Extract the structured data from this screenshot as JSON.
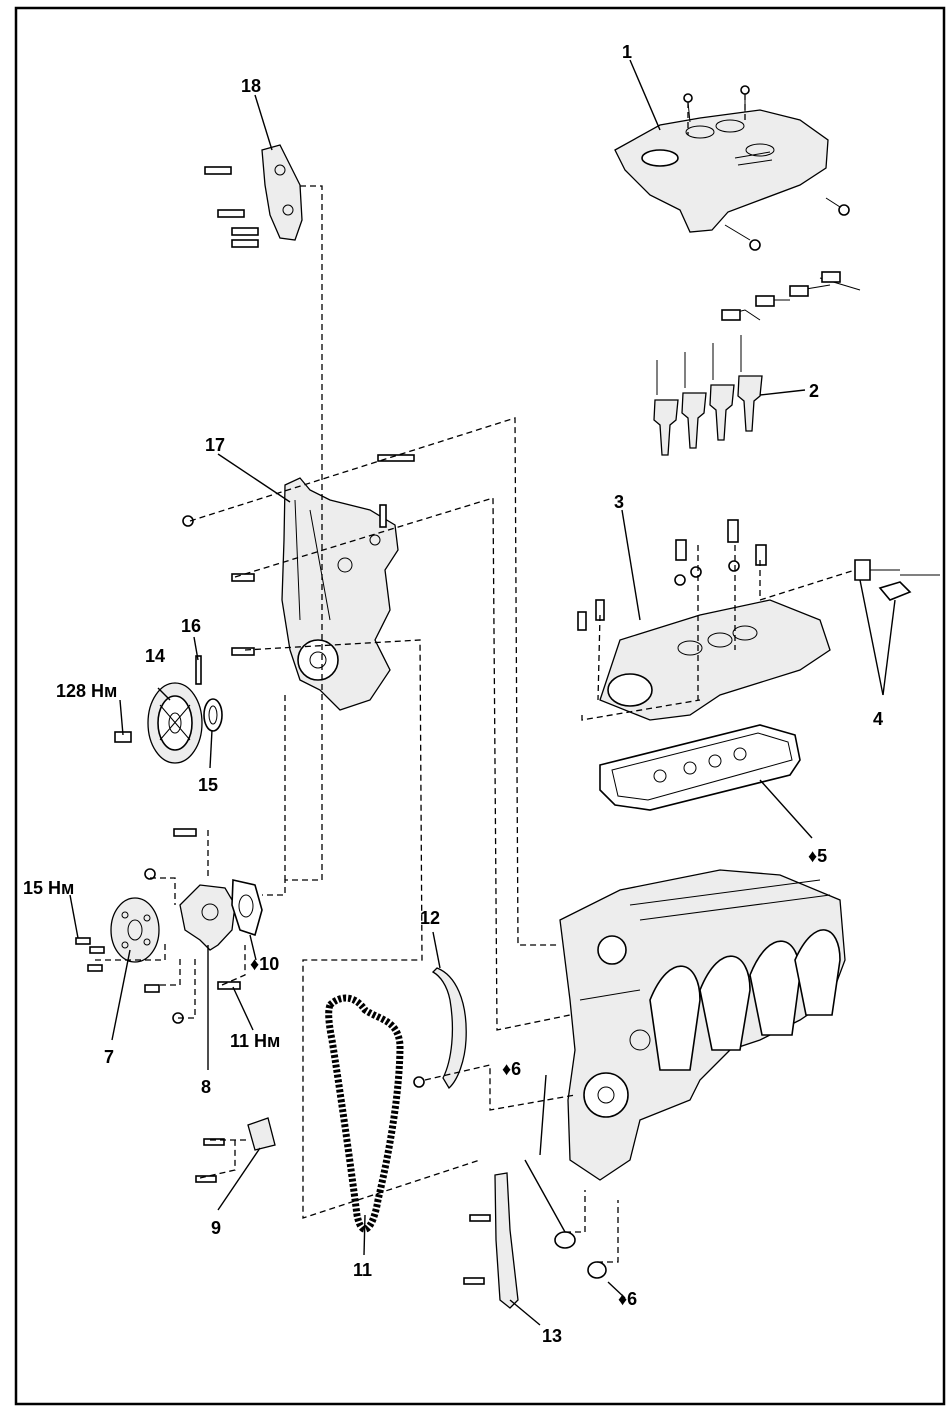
{
  "callouts": [
    {
      "id": "c1",
      "text": "1"
    },
    {
      "id": "c2",
      "text": "2"
    },
    {
      "id": "c3",
      "text": "3"
    },
    {
      "id": "c4",
      "text": "4"
    },
    {
      "id": "c5",
      "text": "♦5"
    },
    {
      "id": "c6a",
      "text": "♦6"
    },
    {
      "id": "c6b",
      "text": "♦6"
    },
    {
      "id": "c7",
      "text": "7"
    },
    {
      "id": "c8",
      "text": "8"
    },
    {
      "id": "c9",
      "text": "9"
    },
    {
      "id": "c10",
      "text": "♦10"
    },
    {
      "id": "c11",
      "text": "11"
    },
    {
      "id": "c12",
      "text": "12"
    },
    {
      "id": "c13",
      "text": "13"
    },
    {
      "id": "c14",
      "text": "14"
    },
    {
      "id": "c15",
      "text": "15"
    },
    {
      "id": "c16",
      "text": "16"
    },
    {
      "id": "c17",
      "text": "17"
    },
    {
      "id": "c18",
      "text": "18"
    }
  ],
  "torques": {
    "pulley_bolt": "128 Нм",
    "pump_pulley_bolts": "15 Нм",
    "pump_bolt": "11 Нм"
  }
}
